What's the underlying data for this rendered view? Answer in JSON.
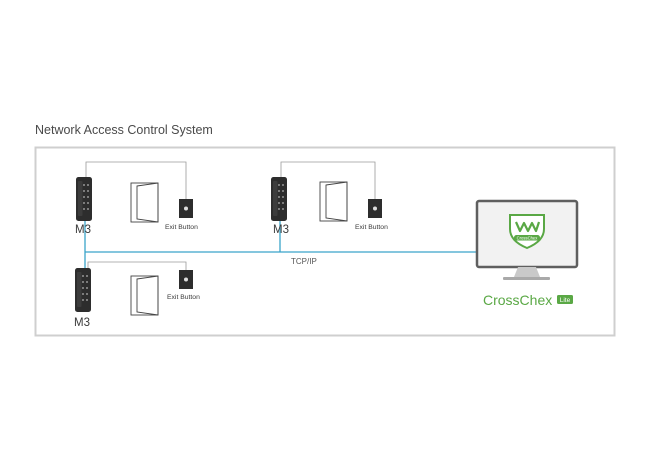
{
  "title": "Network Access Control System",
  "network_label": "TCP/IP",
  "units": [
    {
      "device_label": "M3",
      "button_label": "Exit Button"
    },
    {
      "device_label": "M3",
      "button_label": "Exit Button"
    },
    {
      "device_label": "M3",
      "button_label": "Exit Button"
    }
  ],
  "software": {
    "brand_name": "CrossChex",
    "edition_badge": "Lite",
    "logo_text": "CrossChex"
  },
  "colors": {
    "network_line": "#3aa3c9",
    "brand_green": "#5aa845",
    "frame_border": "#cfcfcf",
    "device_dark": "#2d2d2d"
  },
  "icons": [
    "access-terminal-icon",
    "door-icon",
    "exit-button-icon",
    "monitor-icon",
    "shield-logo-icon"
  ]
}
